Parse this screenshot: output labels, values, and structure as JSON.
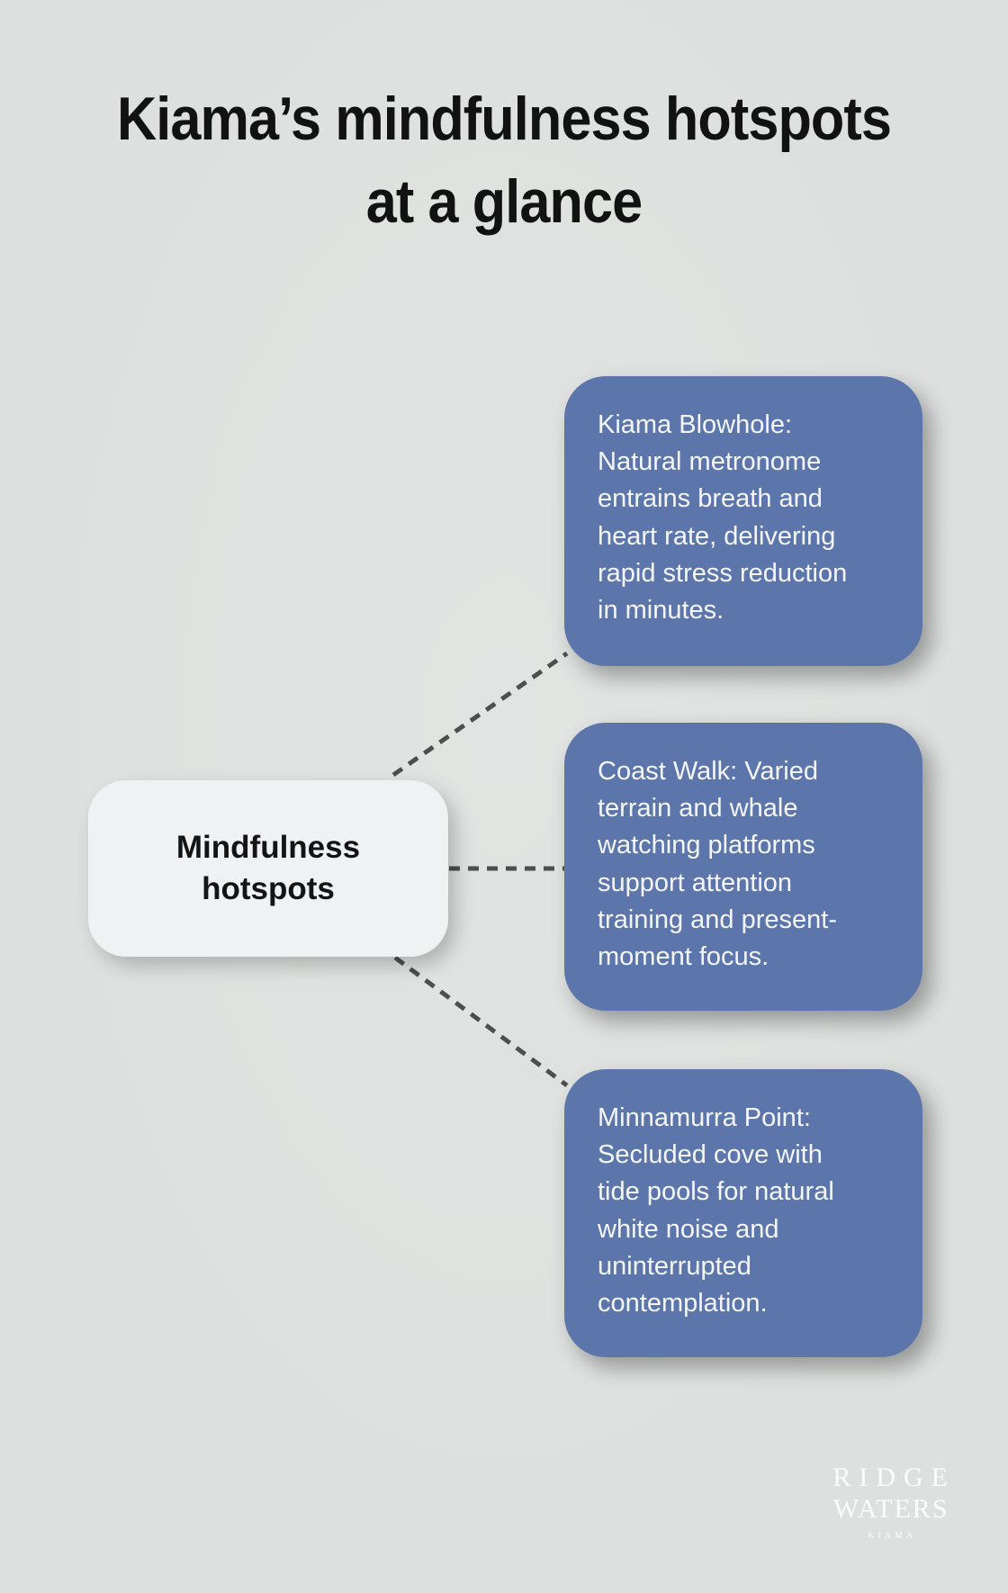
{
  "title_lines": [
    "Kiama’s mindfulness hotspots",
    "at a glance"
  ],
  "center_node": {
    "label": "Mindfulness\nhotspots"
  },
  "branches": [
    {
      "id": "kiama-blowhole",
      "text": "Kiama Blowhole:\nNatural metronome\nentrains breath and\nheart rate, delivering\nrapid stress reduction\nin minutes."
    },
    {
      "id": "coast-walk",
      "text": "Coast Walk: Varied\nterrain and whale\nwatching platforms\nsupport attention\ntraining and present-\nmoment focus."
    },
    {
      "id": "minnamurra-point",
      "text": "Minnamurra Point:\nSecluded cove with\ntide pools for natural\nwhite noise and\nuninterrupted\ncontemplation."
    }
  ],
  "logo": {
    "brand_line1": "RIDGE",
    "brand_line2": "WATERS",
    "location": "KIAMA"
  },
  "colors": {
    "page_bg": "#dee0df",
    "box_blue": "#5c76ab",
    "box_text": "#f4f6fa",
    "node_bg": "#f0f1f2",
    "node_text": "#141414",
    "dash_color": "#4e4e4e",
    "title_color": "#121212",
    "logo_color": "rgba(255,255,255,0.88)"
  }
}
